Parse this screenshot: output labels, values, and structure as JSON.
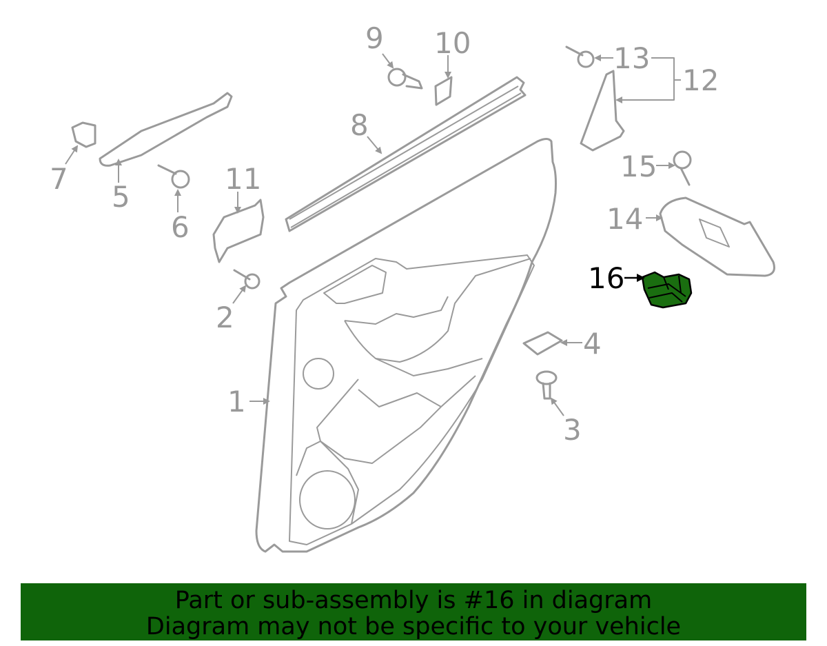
{
  "callouts": {
    "c1": "1",
    "c2": "2",
    "c3": "3",
    "c4": "4",
    "c5": "5",
    "c6": "6",
    "c7": "7",
    "c8": "8",
    "c9": "9",
    "c10": "10",
    "c11": "11",
    "c12": "12",
    "c13": "13",
    "c14": "14",
    "c15": "15",
    "c16": "16"
  },
  "highlight": {
    "part": "16",
    "color": "#1a6e10"
  },
  "banner": {
    "line1": "Part or sub-assembly is #16 in diagram",
    "line2": "Diagram may not be specific to your vehicle",
    "color": "#0f640a"
  }
}
